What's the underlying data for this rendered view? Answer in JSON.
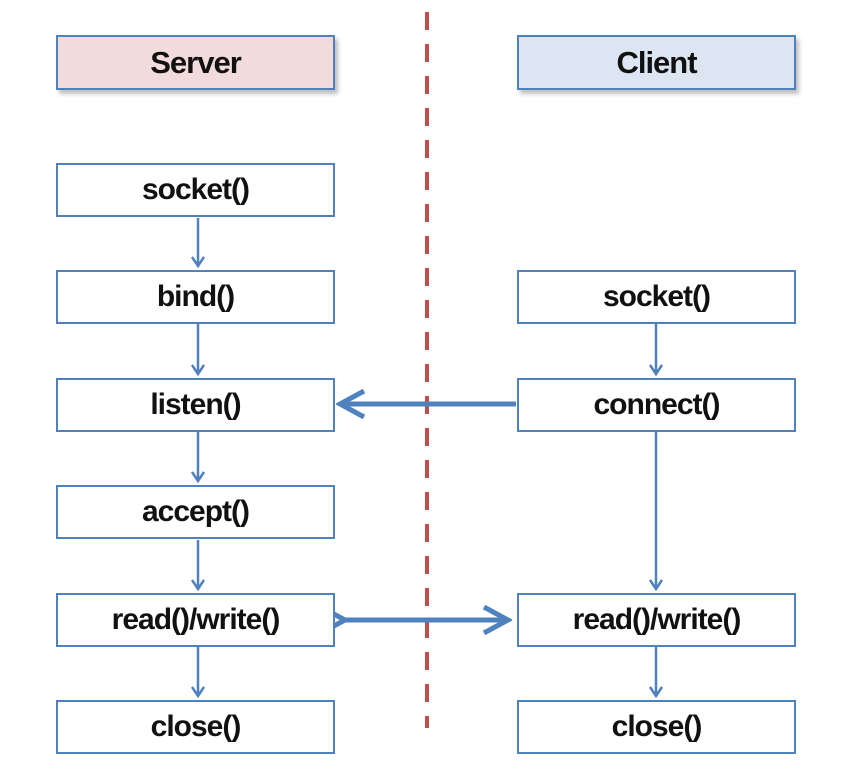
{
  "server": {
    "header": "Server",
    "steps": [
      "socket()",
      "bind()",
      "listen()",
      "accept()",
      "read()/write()",
      "close()"
    ]
  },
  "client": {
    "header": "Client",
    "steps": [
      "socket()",
      "connect()",
      "read()/write()",
      "close()"
    ]
  },
  "colors": {
    "box_border": "#4f81bd",
    "arrow": "#4f81bd",
    "divider": "#c0504d",
    "server_header_fill": "#f2dcdb",
    "client_header_fill": "#dce6f2"
  }
}
